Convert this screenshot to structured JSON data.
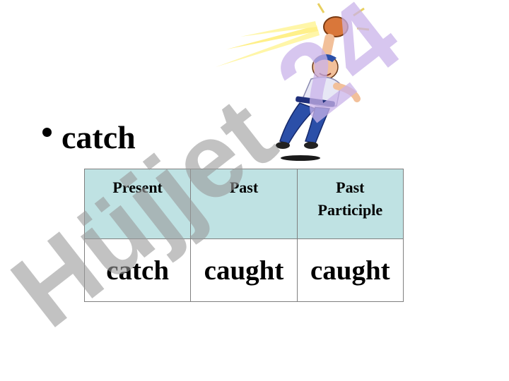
{
  "bullet": {
    "text": "catch"
  },
  "table": {
    "headers": [
      "Present",
      "Past",
      "Past\nParticiple"
    ],
    "row": [
      "catch",
      "caught",
      "caught"
    ]
  },
  "watermark": {
    "text": "Hüjjet24"
  },
  "icons": {
    "bullet": "bullet-dot",
    "illustration": "baseball-catcher-clipart"
  },
  "colors": {
    "header_bg": "#bfe2e3",
    "border": "#7f7f7f",
    "watermark_gray": "#9a9a9a",
    "watermark_purple": "#c9b3ea"
  }
}
